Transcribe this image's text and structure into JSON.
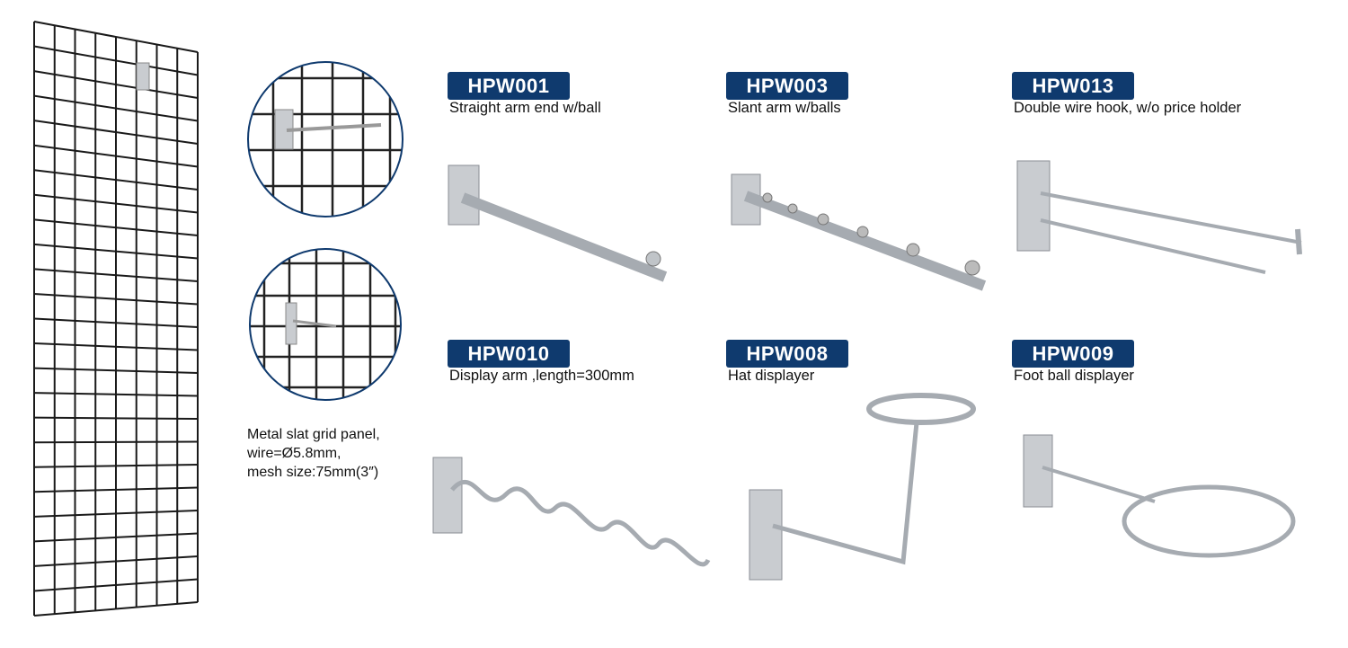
{
  "panel": {
    "description_lines": [
      "Metal slat grid panel,",
      "wire=Ø5.8mm,",
      "mesh size:75mm(3″)"
    ]
  },
  "products": [
    {
      "code": "HPW001",
      "name": "Straight arm end w/ball"
    },
    {
      "code": "HPW003",
      "name": "Slant arm w/balls"
    },
    {
      "code": "HPW013",
      "name": "Double wire hook, w/o price holder"
    },
    {
      "code": "HPW010",
      "name": "Display arm ,length=300mm"
    },
    {
      "code": "HPW008",
      "name": "Hat displayer"
    },
    {
      "code": "HPW009",
      "name": "Foot ball displayer"
    }
  ],
  "colors": {
    "badge": "#0f3a6e",
    "wire": "#1a1a1a",
    "chrome": "#b8bcc2"
  }
}
